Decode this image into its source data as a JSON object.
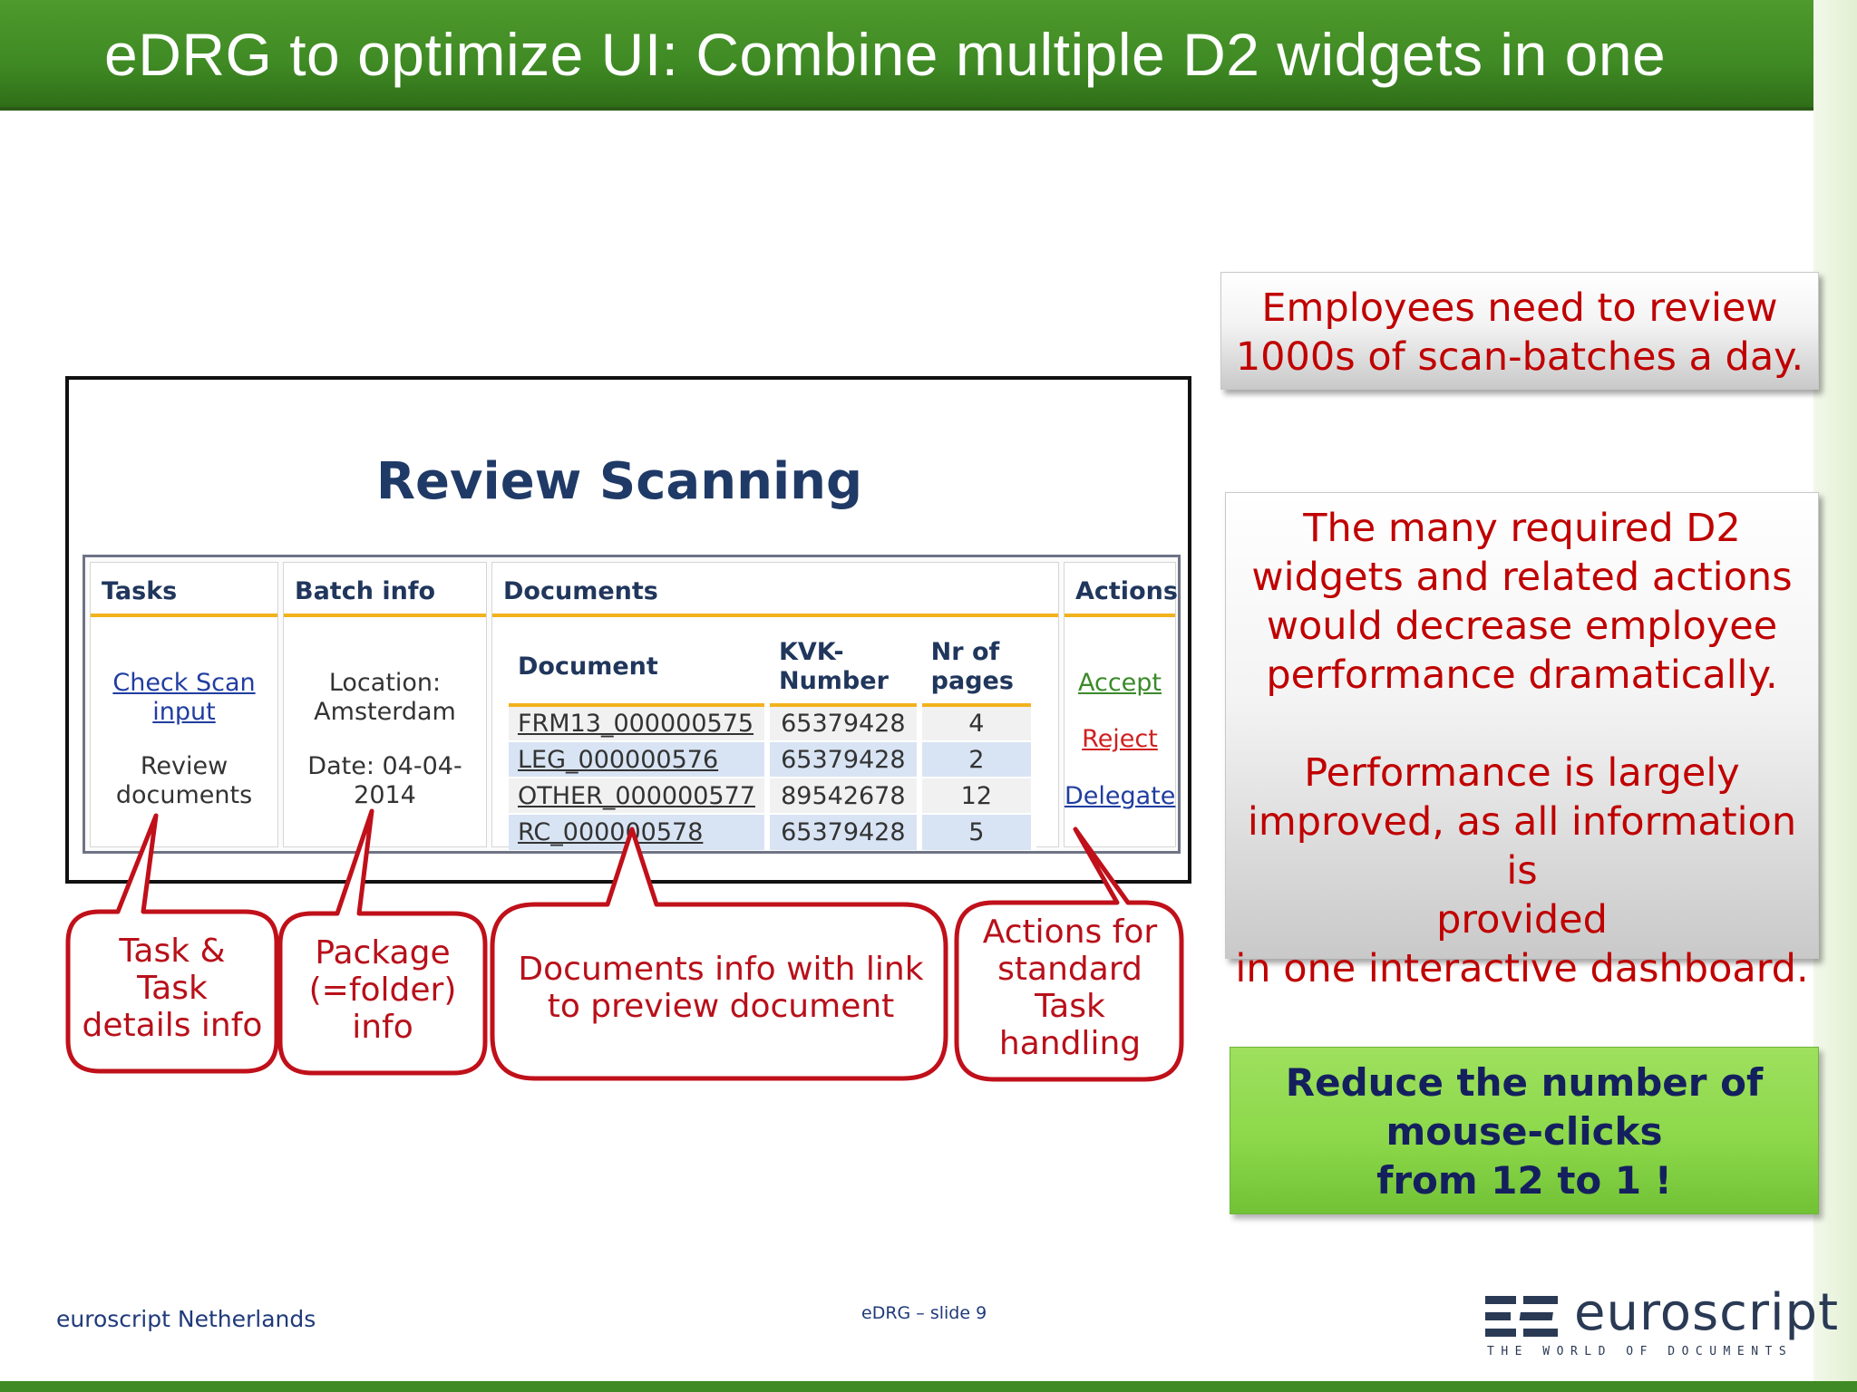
{
  "slide": {
    "title": "eDRG to optimize UI: Combine multiple D2 widgets in one",
    "footer_left": "euroscript Netherlands",
    "footer_center": "eDRG – slide 9",
    "logo": {
      "word": "euroscript",
      "tagline": "THE WORLD OF DOCUMENTS"
    }
  },
  "review_panel": {
    "title": "Review Scanning",
    "tasks": {
      "header": "Tasks",
      "link_line1": "Check Scan",
      "link_line2": "input",
      "text_line1": "Review",
      "text_line2": "documents"
    },
    "batch": {
      "header": "Batch info",
      "location_line1": "Location:",
      "location_line2": "Amsterdam",
      "date_line1": "Date: 04-04-",
      "date_line2": "2014"
    },
    "documents": {
      "header": "Documents",
      "columns": {
        "document": "Document",
        "kvk_line1": "KVK-",
        "kvk_line2": "Number",
        "pages_line1": "Nr of",
        "pages_line2": "pages"
      },
      "rows": [
        {
          "document": "FRM13_000000575",
          "kvk": "65379428",
          "pages": "4"
        },
        {
          "document": "LEG_000000576",
          "kvk": "65379428",
          "pages": "2"
        },
        {
          "document": "OTHER_000000577",
          "kvk": "89542678",
          "pages": "12"
        },
        {
          "document": "RC_000000578",
          "kvk": "65379428",
          "pages": "5"
        }
      ]
    },
    "actions": {
      "header": "Actions",
      "accept": "Accept",
      "reject": "Reject",
      "delegate": "Delegate"
    }
  },
  "callouts": {
    "task": {
      "line1": "Task &",
      "line2": "Task",
      "line3": "details info"
    },
    "package": {
      "line1": "Package",
      "line2": "(=folder)",
      "line3": "info"
    },
    "documents": {
      "line1": "Documents info with link",
      "line2": "to preview document"
    },
    "actions": {
      "line1": "Actions for",
      "line2": "standard",
      "line3": "Task",
      "line4": "handling"
    }
  },
  "boxes": {
    "employees": {
      "line1": "Employees need to review",
      "line2": "1000s of scan-batches a day."
    },
    "widgets": {
      "line1": "The many required D2",
      "line2": "widgets and related actions",
      "line3": "would decrease employee",
      "line4": "performance dramatically.",
      "line5": "Performance is largely",
      "line6": "improved, as all information is",
      "line7": "provided",
      "line8": "in one interactive dashboard."
    },
    "reduce": {
      "line1": "Reduce the number of",
      "line2": "mouse-clicks",
      "line3": "from 12 to 1 !"
    }
  },
  "colors": {
    "title_bar": "#3f8a24",
    "callout_red": "#c0101a",
    "accent_yellow": "#f2b21c",
    "box_text_red": "#c00000",
    "green_box": "#8cd84a"
  }
}
